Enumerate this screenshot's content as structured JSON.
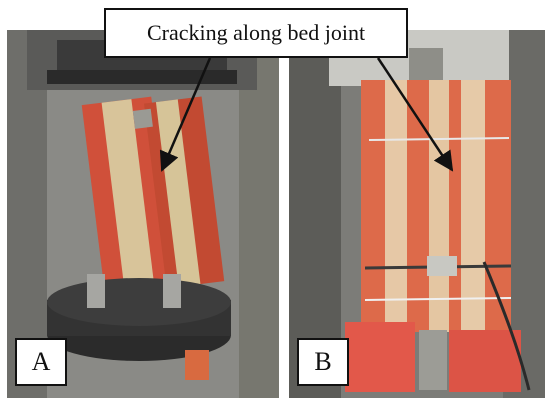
{
  "callout": {
    "text": "Cracking along bed joint"
  },
  "panels": [
    {
      "label": "A"
    },
    {
      "label": "B"
    }
  ]
}
